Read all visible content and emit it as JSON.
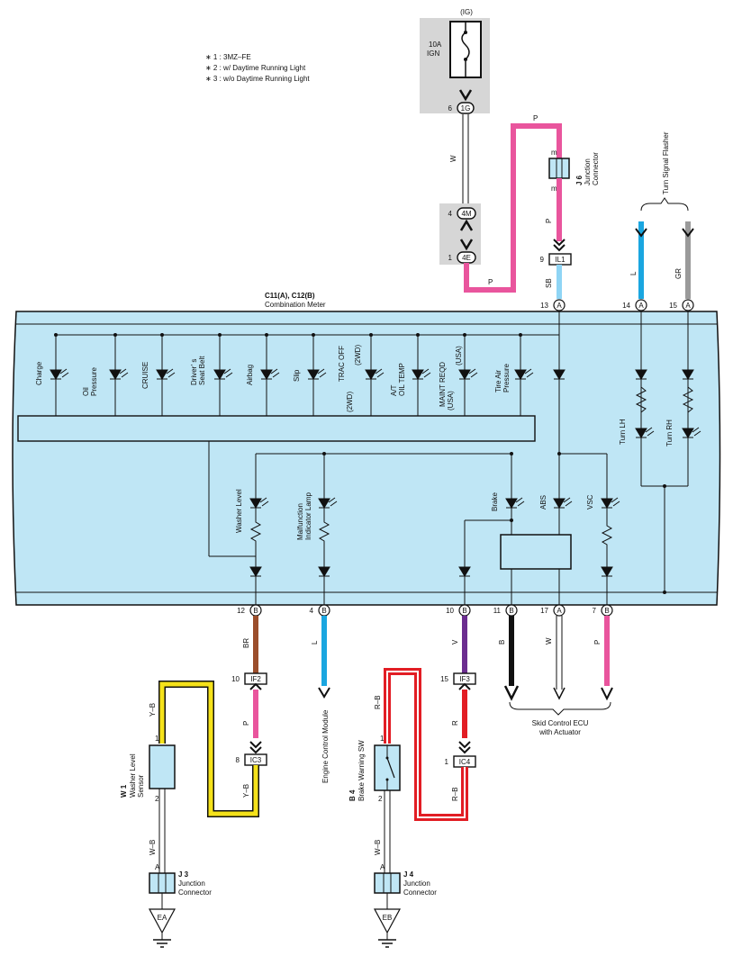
{
  "notes": [
    "∗ 1 : 3MZ–FE",
    "∗ 2 : w/ Daytime Running Light",
    "∗ 3 : w/o Daytime Running Light"
  ],
  "fuse": {
    "group": "(IG)",
    "rating": "10A",
    "name": "IGN"
  },
  "connectors": {
    "c1G": {
      "pin": "6",
      "id": "1G"
    },
    "c4M": {
      "pin": "4",
      "id": "4M"
    },
    "c4E": {
      "pin": "1",
      "id": "4E"
    },
    "IL1": {
      "pin": "9",
      "id": "IL1"
    },
    "IF2": {
      "pin": "10",
      "id": "IF2"
    },
    "IC3": {
      "pin": "8",
      "id": "IC3"
    },
    "IF3": {
      "pin": "15",
      "id": "IF3"
    },
    "IC4": {
      "pin": "1",
      "id": "IC4"
    }
  },
  "wire_colors": {
    "W": "W",
    "P": "P",
    "SB": "SB",
    "L": "L",
    "GR": "GR",
    "BR": "BR",
    "V": "V",
    "B": "B",
    "YB": "Y–B",
    "R": "R",
    "RB": "R–B",
    "WB": "W–B",
    "m": "m"
  },
  "j6": {
    "id": "J 6",
    "name1": "Junction",
    "name2": "Connector"
  },
  "turn_signal_flasher": "Turn Signal Flasher",
  "meter": {
    "id": "C11(A), C12(B)",
    "name": "Combination Meter"
  },
  "meter_top_pins": [
    {
      "pin": "13",
      "side": "A"
    },
    {
      "pin": "14",
      "side": "A"
    },
    {
      "pin": "15",
      "side": "A"
    }
  ],
  "indicators": {
    "charge": "Charge",
    "oil1": "Oil",
    "oil2": "Pressure",
    "cruise": "CRUISE",
    "seatbelt1": "Driver’ s",
    "seatbelt2": "Seat Belt",
    "airbag": "Airbag",
    "slip": "Slip",
    "trac1": "TRAC OFF",
    "trac2": "(2WD)",
    "trac3": "(2WD)",
    "at1": "A/T",
    "at2": "OIL  TEMP",
    "maint1": "MAINT REQD",
    "maint2": "(USA)",
    "maint3": "(USA)",
    "tire1": "Tire Air",
    "tire2": "Pressure",
    "turnlh": "Turn LH",
    "turnrh": "Turn RH",
    "washer": "Washer Level",
    "mil1": "Malfunction",
    "mil2": "Indicator Lamp",
    "brake": "Brake",
    "abs": "ABS",
    "vsc": "VSC"
  },
  "meter_bottom_pins": [
    {
      "pin": "12",
      "side": "B"
    },
    {
      "pin": "4",
      "side": "B"
    },
    {
      "pin": "10",
      "side": "B"
    },
    {
      "pin": "11",
      "side": "B"
    },
    {
      "pin": "17",
      "side": "A"
    },
    {
      "pin": "7",
      "side": "B"
    }
  ],
  "ecm": "Engine Control Module",
  "skid1": "Skid Control ECU",
  "skid2": "with Actuator",
  "w1": {
    "id": "W 1",
    "name1": "Washer Level",
    "name2": "Sensor",
    "pin1": "1",
    "pin2": "2"
  },
  "b4": {
    "id": "B 4",
    "name": "Brake Warning SW",
    "pin1": "1",
    "pin2": "2"
  },
  "j3": {
    "id": "J 3",
    "name1": "Junction",
    "name2": "Connector",
    "pin": "A"
  },
  "j4": {
    "id": "J 4",
    "name1": "Junction",
    "name2": "Connector",
    "pin": "A"
  },
  "grounds": {
    "ea": "EA",
    "eb": "EB"
  },
  "colors": {
    "meter_fill": "#bfe6f5",
    "pink": "#e9559d",
    "blue": "#1aa6e0",
    "sky": "#8fd5f5",
    "gray": "#9a9a9a",
    "brown": "#9b4e2b",
    "violet": "#6b2d8f",
    "yellow": "#f5e21a",
    "red": "#e21d24",
    "shade": "#d6d6d6"
  }
}
